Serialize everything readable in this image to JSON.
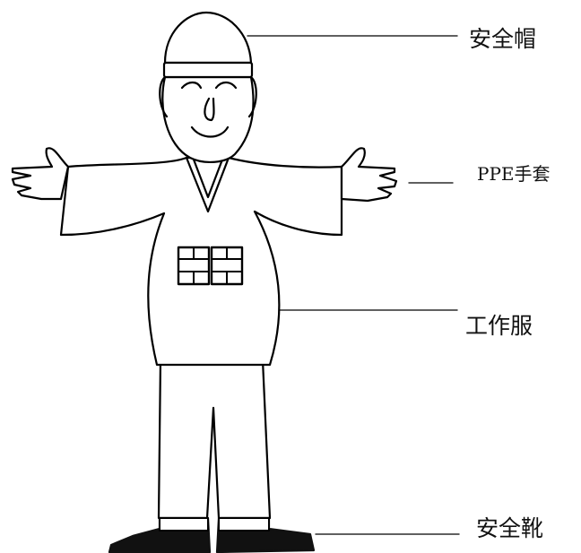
{
  "labels": {
    "helmet": "安全帽",
    "gloves": "PPE手套",
    "uniform": "工作服",
    "boots": "安全靴"
  },
  "icons": {
    "figure": "worker-figure",
    "helmet": "safety-helmet-icon",
    "gloves": "glove-icon",
    "uniform": "work-uniform-icon",
    "boots": "safety-boot-icon"
  },
  "colors": {
    "line": "#000000",
    "boot": "#111111",
    "background": "#ffffff"
  }
}
